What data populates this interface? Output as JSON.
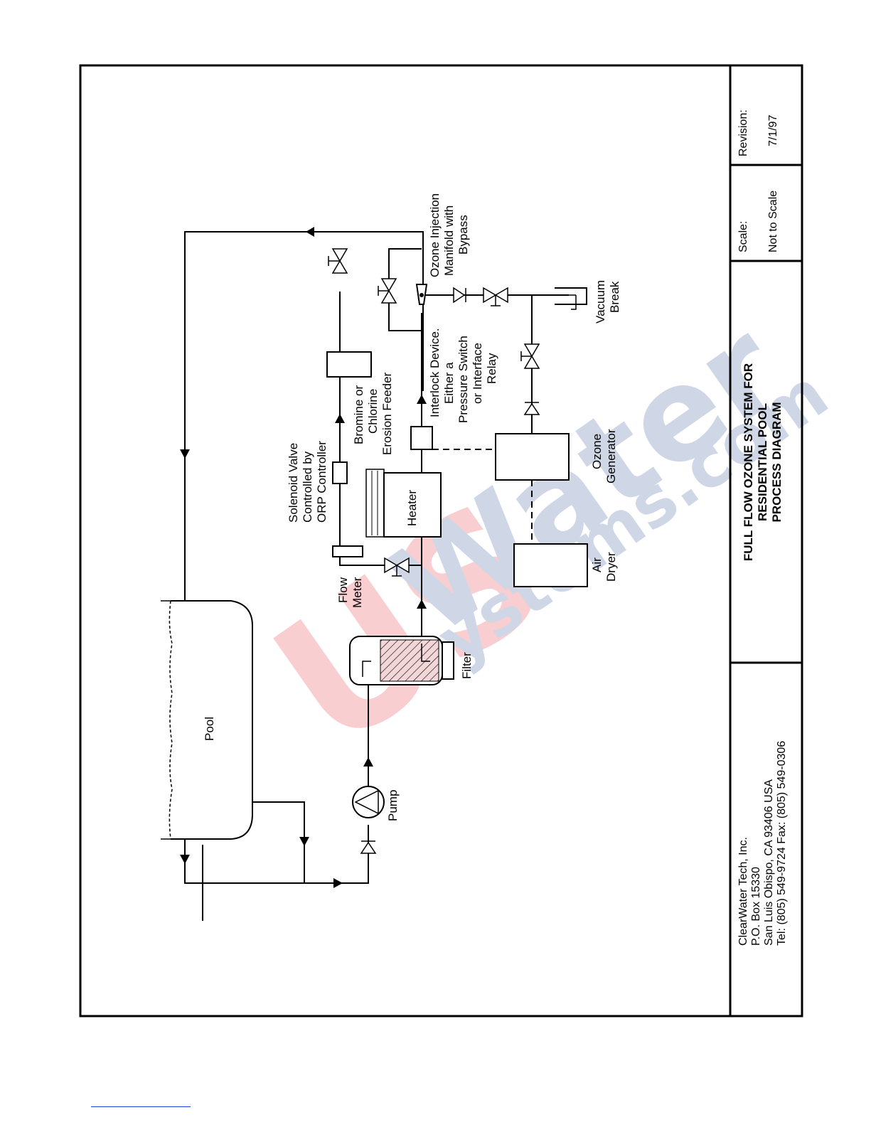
{
  "diagram": {
    "components": {
      "pool": "Pool",
      "pump": "Pump",
      "filter": "Filter",
      "flow_meter": [
        "Flow",
        "Meter"
      ],
      "heater": "Heater",
      "solenoid": [
        "Solenoid Valve",
        "Controlled by",
        "ORP Controller"
      ],
      "feeder": [
        "Bromine or",
        "Chlorine",
        "Erosion Feeder"
      ],
      "interlock": [
        "Interlock Device.",
        "Either a",
        "Pressure Switch",
        "or Interface",
        "Relay"
      ],
      "injection": [
        "Ozone Injection",
        "Manifold with",
        "Bypass"
      ],
      "vacuum_break": [
        "Vacuum",
        "Break"
      ],
      "ozone_generator": [
        "Ozone",
        "Generator"
      ],
      "air_dryer": [
        "Air",
        "Dryer"
      ]
    },
    "watermark": {
      "brand": "US",
      "word": "Water",
      "sub": "systems.com"
    }
  },
  "title_block": {
    "company": [
      "ClearWater Tech, Inc.",
      "P.O. Box 15330",
      "San Luis Obispo, CA  93406 USA",
      "Tel: (805) 549-9724  Fax: (805) 549-0306"
    ],
    "title": [
      "FULL FLOW OZONE SYSTEM FOR",
      "RESIDENTIAL POOL",
      "PROCESS  DIAGRAM"
    ],
    "scale_label": "Scale:",
    "scale_value": "Not to Scale",
    "revision_label": "Revision:",
    "revision_value": "7/1/97"
  },
  "colors": {
    "watermark_red": "#e0262e",
    "watermark_blue": "#2a4f95",
    "footer_link": "#1f3fd0"
  }
}
